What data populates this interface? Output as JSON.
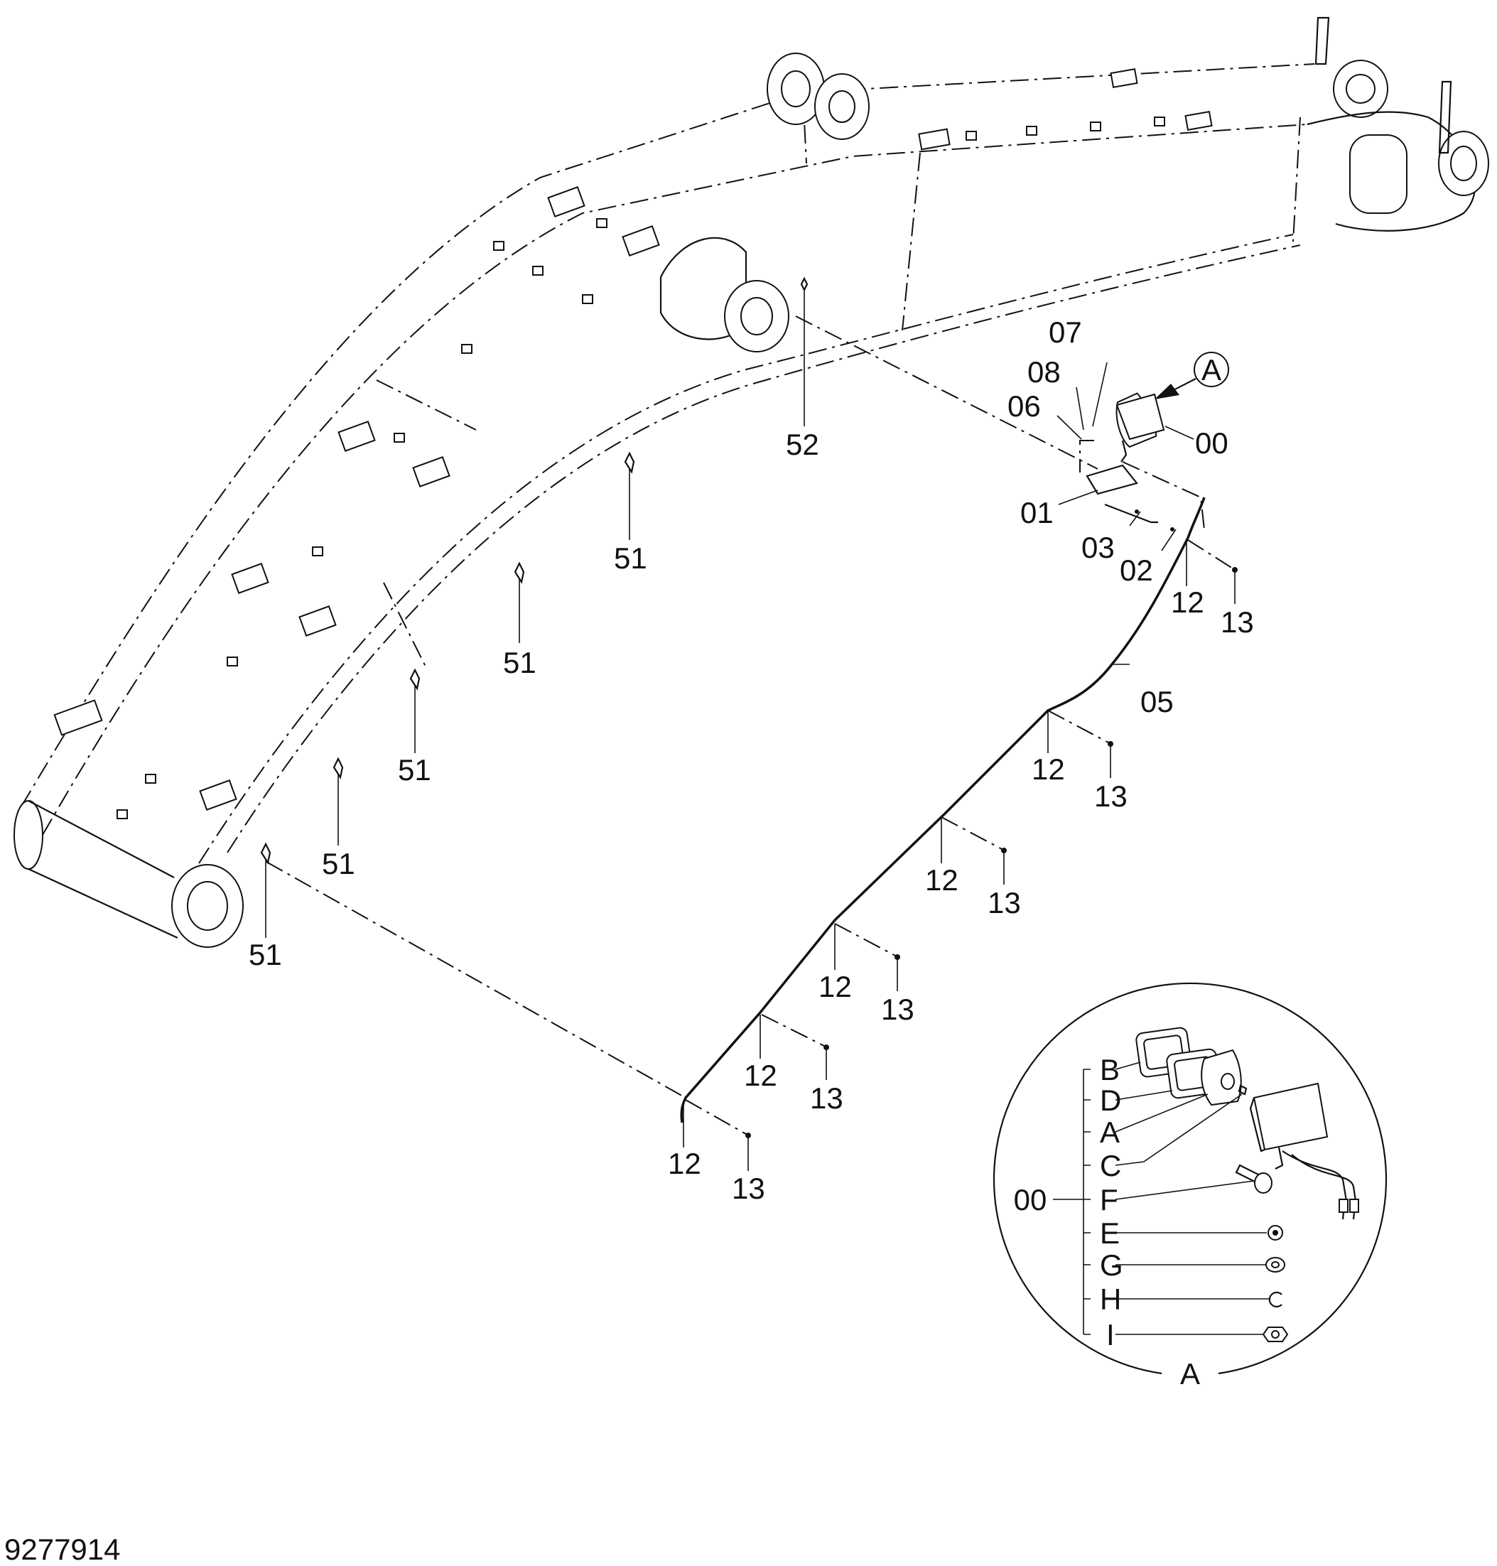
{
  "drawing_number": "9277914",
  "detail_view": {
    "circle_tag": "A",
    "caption": "A"
  },
  "callouts": {
    "c00": "00",
    "c01": "01",
    "c02": "02",
    "c03": "03",
    "c05": "05",
    "c06": "06",
    "c07": "07",
    "c08": "08",
    "c12": "12",
    "c13": "13",
    "c51": "51",
    "c52": "52"
  },
  "detail_labels": {
    "group": "00",
    "parts": [
      "B",
      "D",
      "A",
      "C",
      "F",
      "E",
      "G",
      "H",
      "I"
    ]
  }
}
